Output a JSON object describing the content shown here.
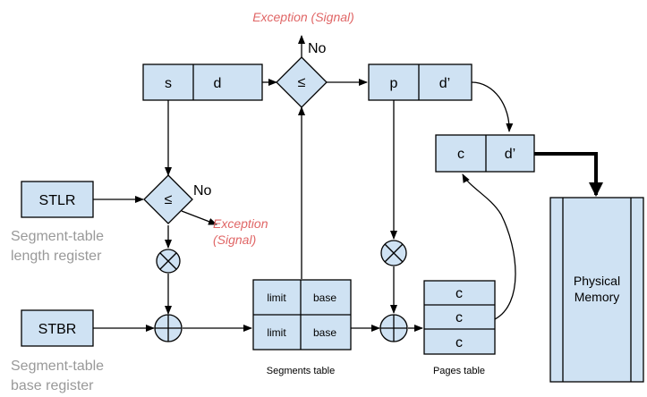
{
  "colors": {
    "box_fill": "#cfe2f3",
    "exception_text": "#e06666",
    "register_caption": "#999999"
  },
  "address": {
    "s": "s",
    "d": "d"
  },
  "physical_address": {
    "p": "p",
    "d_prime": "d’"
  },
  "frame_address": {
    "c": "c",
    "d_prime": "d’"
  },
  "compare_symbol": "≤",
  "no_label": "No",
  "exception_top": "Exception (Signal)",
  "exception_mid": [
    "Exception",
    "(Signal)"
  ],
  "registers": {
    "stlr": {
      "label": "STLR",
      "caption": [
        "Segment-table",
        "length register"
      ]
    },
    "stbr": {
      "label": "STBR",
      "caption": [
        "Segment-table",
        "base register"
      ]
    }
  },
  "segments_table": {
    "caption": "Segments table",
    "rows": [
      {
        "limit": "limit",
        "base": "base"
      },
      {
        "limit": "limit",
        "base": "base"
      }
    ]
  },
  "pages_table": {
    "caption": "Pages table",
    "rows": [
      "c",
      "c",
      "c"
    ]
  },
  "memory": {
    "label": [
      "Physical",
      "Memory"
    ]
  }
}
